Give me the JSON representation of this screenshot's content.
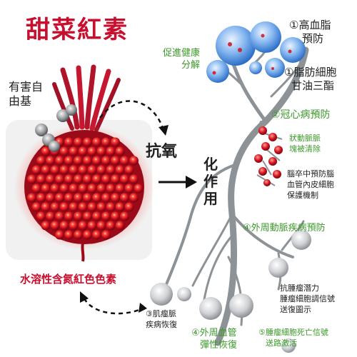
{
  "title": "甜菜紅素",
  "free_radical": "有害自由基",
  "free_radical_line1": "有害自",
  "free_radical_line2": "由基",
  "antioxidant": "抗氧",
  "action": "化作用",
  "action_chars": [
    "化",
    "作",
    "用"
  ],
  "pigment_label": "水溶性含氮紅色色素",
  "benefits": {
    "promote_break": [
      "促進健康",
      "分解"
    ],
    "b1_hyperlipidemia": [
      "①高血脂",
      "預防"
    ],
    "b1_fat_cells": [
      "①脂肪細胞",
      "甘油三酯"
    ],
    "b2_heart": "②冠心病預防",
    "b2_plaque": [
      "狀動脈脈",
      "塊被清除"
    ],
    "b2_stroke": [
      "腦卒中預防腦",
      "血管內皮細胞",
      "保護機制"
    ],
    "b4_pad": "④外周動脈疾病預防",
    "b4_antitumor": [
      "抗腫瘤潛力",
      "腫瘤細胞調信號",
      "送復圖示"
    ],
    "b3_muscle": [
      "③肌瘤脈",
      "疾病恢復"
    ],
    "b4_elastic": [
      "④外周血管",
      "彈性恢復"
    ],
    "b5_apoptosis": [
      "⑤腫瘤細胞死亡信號",
      "送路激活"
    ]
  },
  "colors": {
    "title_red": "#c8102e",
    "beet_red": "#d8102a",
    "green_text": "#3c9a2a",
    "blue_cell": "#3a86e0",
    "gray_branch": "#8d9296",
    "red_node": "#d0111f",
    "gray_cell": "#c9cbce"
  }
}
